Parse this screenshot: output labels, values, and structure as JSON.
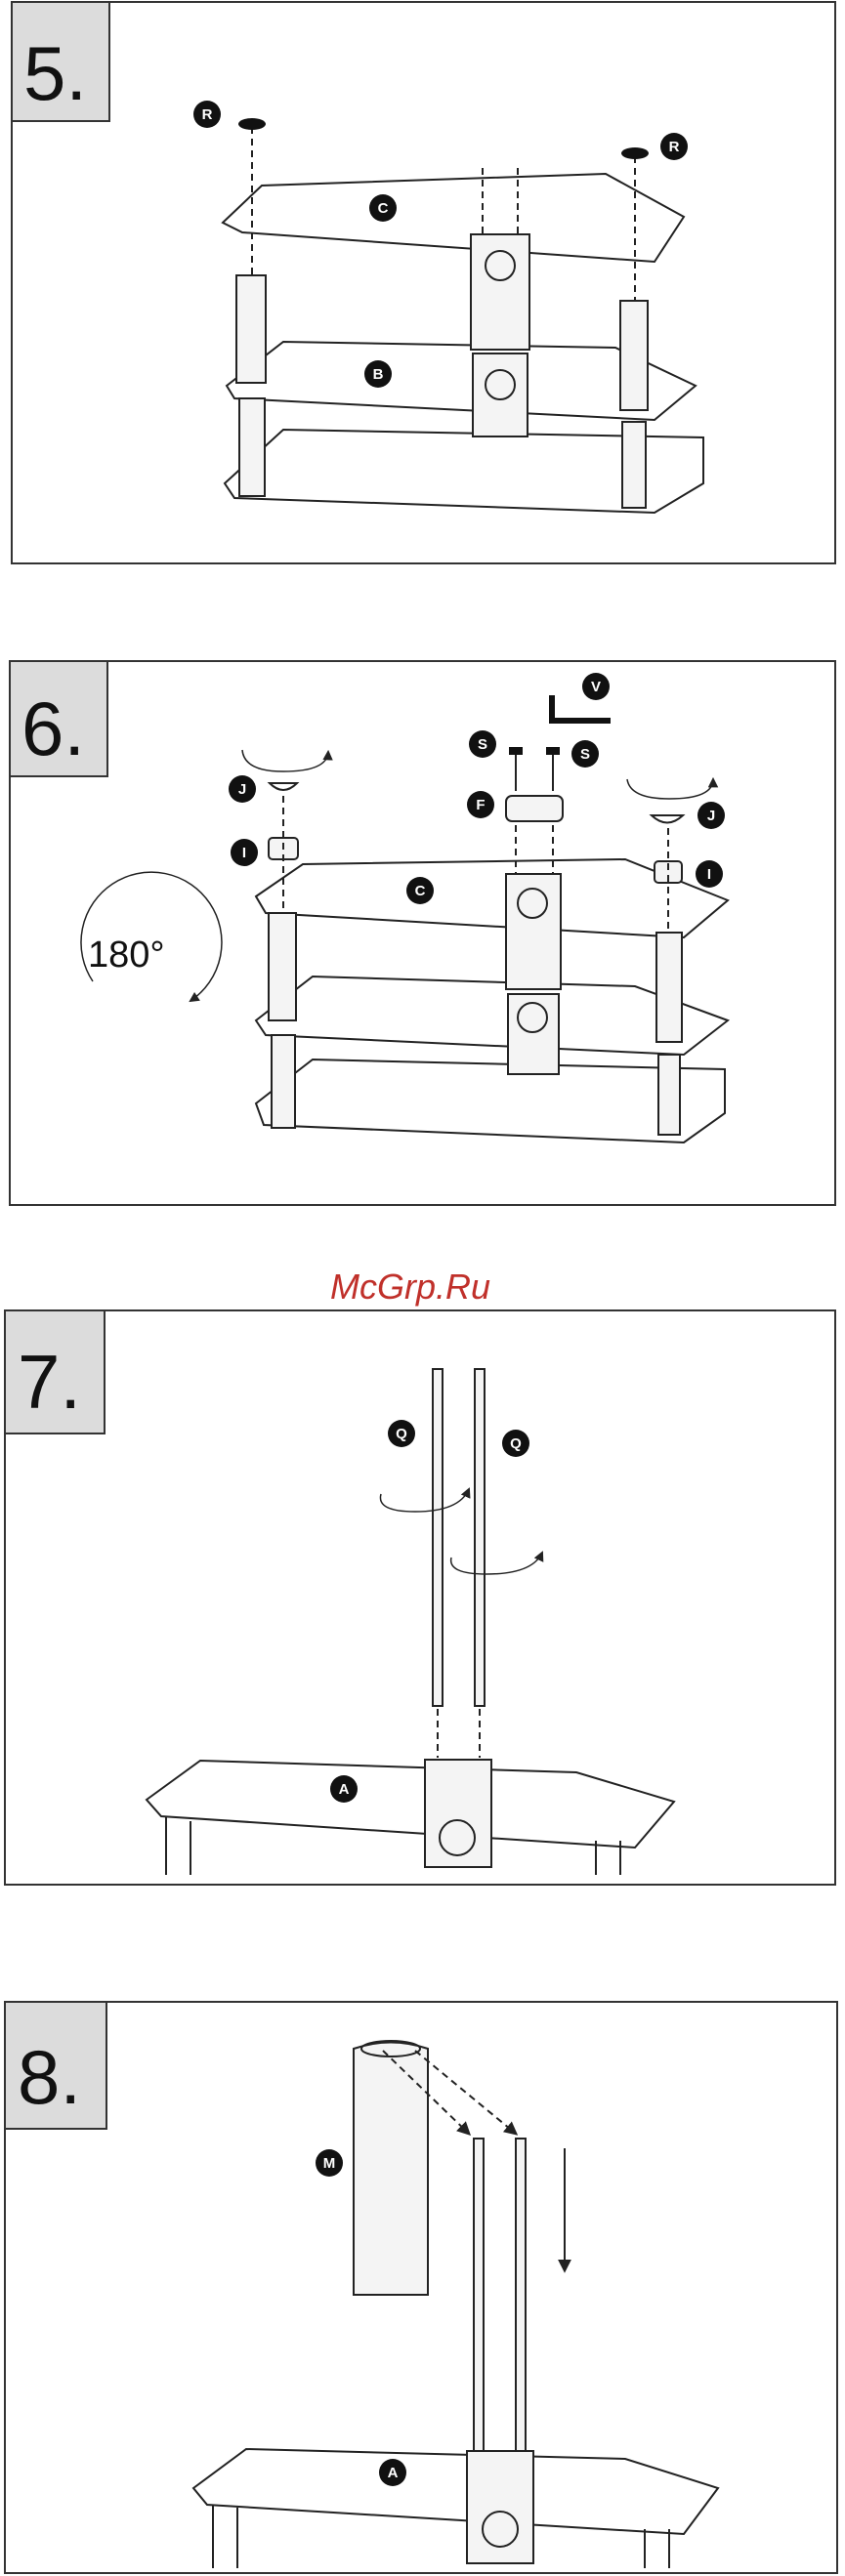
{
  "steps": [
    {
      "number": "5.",
      "labels": [
        "R",
        "R",
        "C",
        "B"
      ]
    },
    {
      "number": "6.",
      "labels": [
        "V",
        "S",
        "S",
        "F",
        "J",
        "J",
        "I",
        "I",
        "C"
      ],
      "rotation": "180°"
    },
    {
      "number": "7.",
      "labels": [
        "Q",
        "Q",
        "A"
      ]
    },
    {
      "number": "8.",
      "labels": [
        "M",
        "A"
      ]
    }
  ],
  "watermark": "McGrp.Ru"
}
